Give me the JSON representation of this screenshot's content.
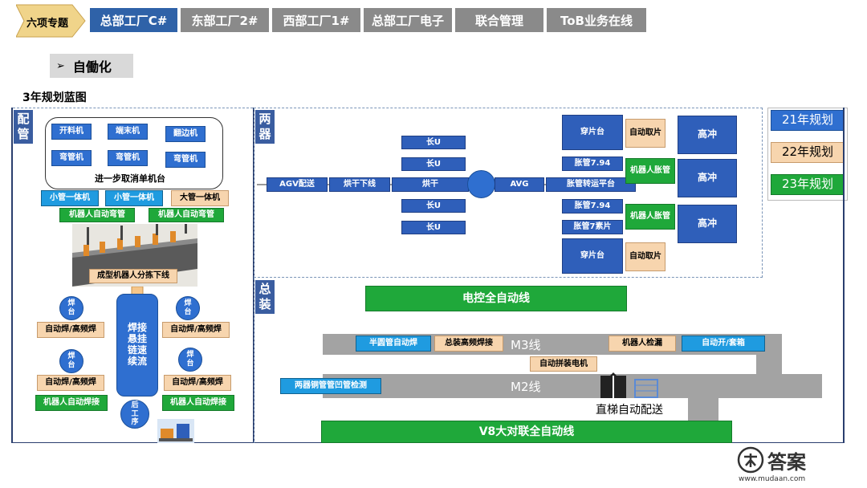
{
  "nav": {
    "home_label": "六项专题",
    "tabs": [
      {
        "label": "总部工厂C#",
        "active": true
      },
      {
        "label": "东部工厂2#"
      },
      {
        "label": "西部工厂1#"
      },
      {
        "label": "总部工厂电子"
      },
      {
        "label": "联合管理"
      },
      {
        "label": "ToB业务在线"
      }
    ]
  },
  "section": {
    "bullet": "➢",
    "title": "自働化"
  },
  "blueprint_title": "3年规划蓝图",
  "legend": {
    "y21": "21年规划",
    "y22": "22年规划",
    "y23": "23年规划"
  },
  "pipe": {
    "section_label": "配管",
    "machines": [
      "开料机",
      "端末机",
      "翻边机",
      "弯管机",
      "弯管机",
      "弯管机"
    ],
    "machine_note": "进一步取消单机台",
    "integrated": [
      "小管一体机",
      "小管一体机",
      "大管一体机"
    ],
    "robot_bend": [
      "机器人自动弯管",
      "机器人自动弯管"
    ],
    "sorting_line": "成型机器人分拣下线",
    "weld_station": "焊台",
    "auto_weld": "自动焊/高频焊",
    "robot_weld": "机器人自动焊接",
    "chain": "焊接悬挂链速续流",
    "post_process": "后工序"
  },
  "exchanger": {
    "section_label": "两器",
    "agv": "AGV配送",
    "dry_line": "烘干下线",
    "dry": "烘干",
    "avg": "AVG",
    "expand_platform": "胀管转运平台",
    "long_u": "长U",
    "wear_table": "穿片台",
    "auto_take": "自动取片",
    "expand_794": "胀管7.94",
    "expand_7": "胀管7素片",
    "robot_expand": "机器人胀管",
    "punch": "高冲"
  },
  "assembly": {
    "section_label": "总装",
    "ecl": "电控全自动线",
    "m3": "M3线",
    "m2": "M2线",
    "semi_round": "半圆管自动焊",
    "hf_weld": "总装高频焊接",
    "robot_leak": "机器人检漏",
    "auto_open": "自动开/套箱",
    "auto_assembly": "自动拼装电机",
    "dent_check": "两器铜管管凹管检测",
    "elevator": "直梯自动配送",
    "v8": "V8大对联全自动线"
  },
  "watermark": {
    "name": "答案",
    "url": "www.mudaan.com"
  }
}
